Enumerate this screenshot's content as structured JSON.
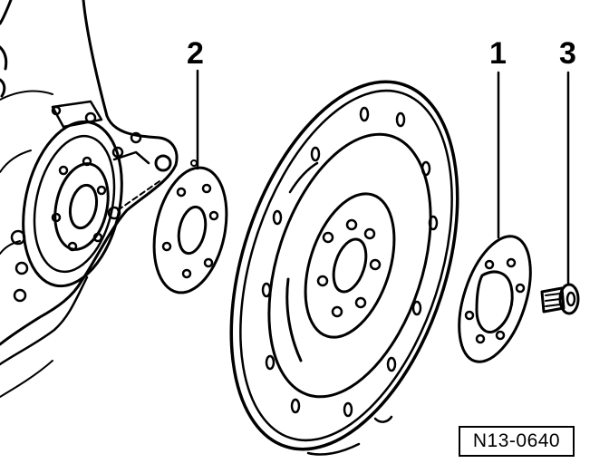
{
  "callouts": {
    "part_1": "1",
    "part_2": "2",
    "part_3": "3"
  },
  "figure_ref": "N13-0640",
  "colors": {
    "ink": "#000000",
    "paper": "#ffffff"
  },
  "icons": [
    "engine-block-outline",
    "crankshaft-flange",
    "spacer-plate",
    "drive-plate",
    "shim-plate",
    "bolt"
  ]
}
